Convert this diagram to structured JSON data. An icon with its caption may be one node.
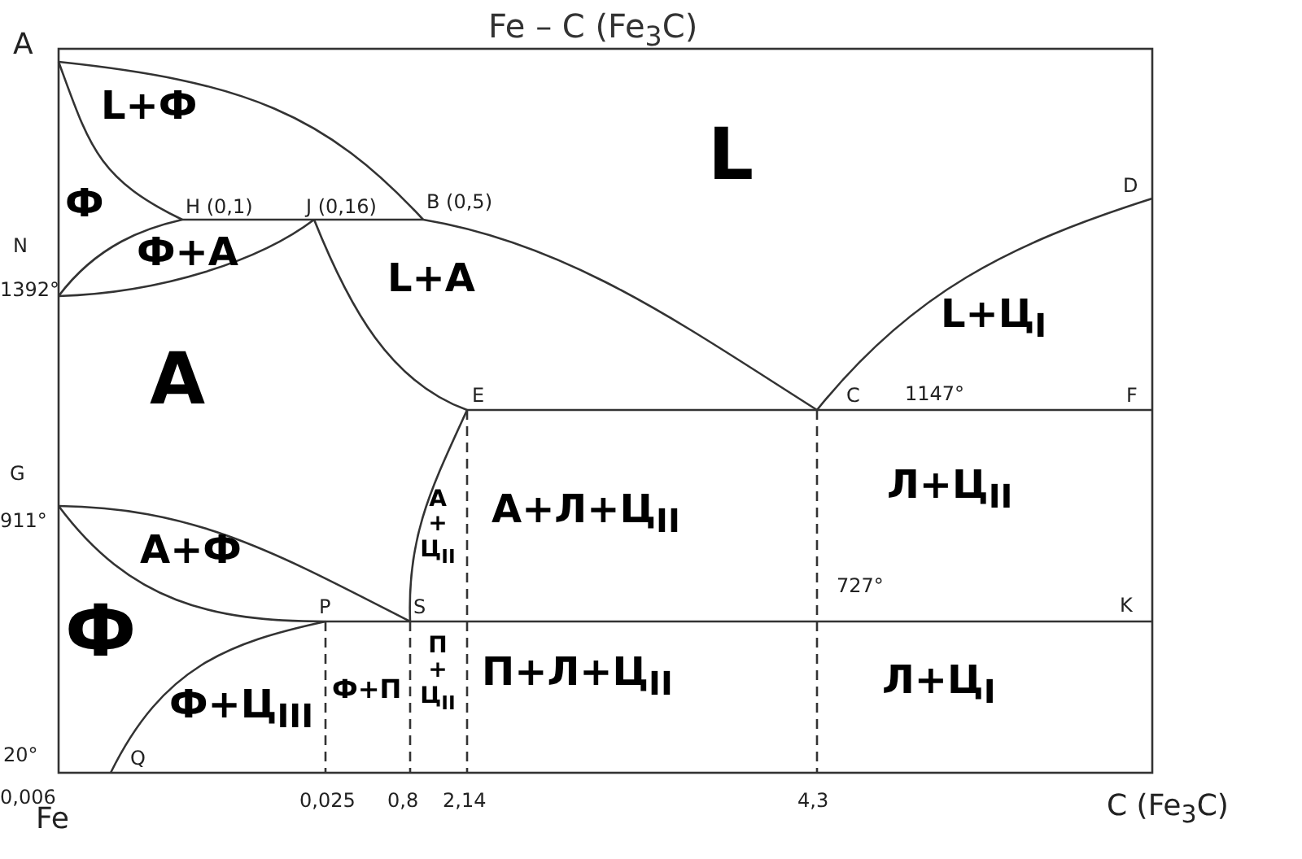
{
  "diagram": {
    "title": "Fe – C (Fe$_{3}$C)",
    "labels": [
      "A",
      "L+Ф",
      "L",
      "Ф",
      "H (0,1)",
      "J (0,16)",
      "B (0,5)",
      "D",
      "N",
      "Ф+А",
      "1392°",
      "L+А",
      "L+Ц$_{I}$",
      "А",
      "E",
      "C",
      "1147°",
      "F",
      "G",
      "911°",
      "А + Ц$_{II}$",
      "А+Л+Ц$_{II}$",
      "Л+Ц$_{II}$",
      "А+Ф",
      "727°",
      "K",
      "Ф",
      "P",
      "S",
      "Ф+П",
      "П + Ц$_{II}$",
      "П+Л+Ц$_{II}$",
      "Л+Ц$_{I}$",
      "Ф+Ц$_{III}$",
      "20°",
      "Q",
      "0,006",
      "Fe",
      "0,025",
      "0,8",
      "2,14",
      "4,3",
      "C (Fe$_{3}$C)"
    ]
  }
}
